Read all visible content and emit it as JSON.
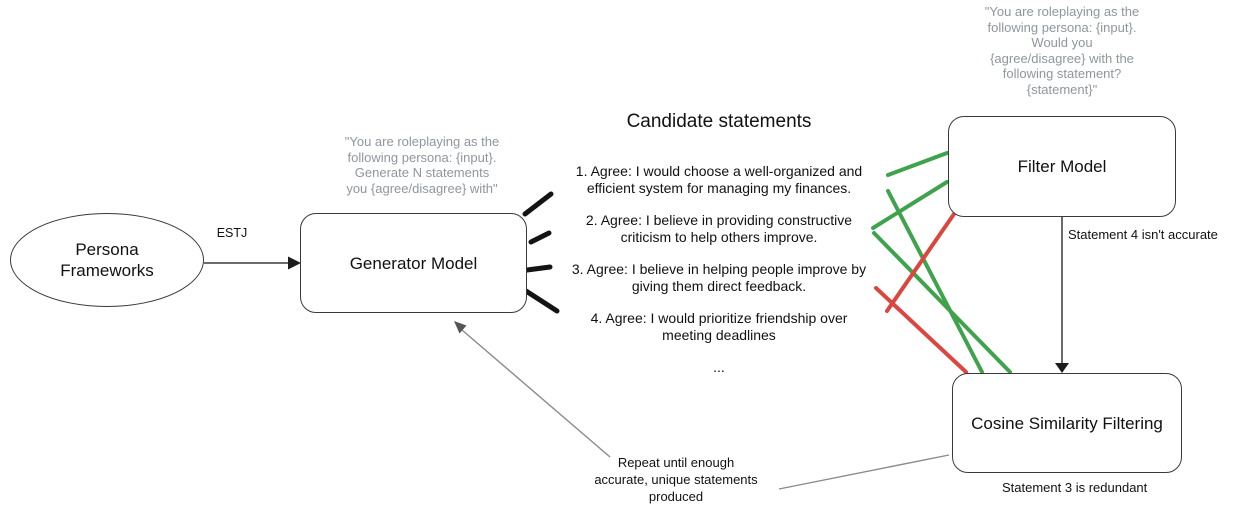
{
  "diagram": {
    "nodes": {
      "persona": {
        "label": "Persona Frameworks"
      },
      "generator": {
        "label": "Generator Model",
        "prompt": "\"You are roleplaying as the\nfollowing persona: {input}.\nGenerate N statements\nyou {agree/disagree} with\""
      },
      "filter": {
        "label": "Filter Model",
        "prompt": "\"You are roleplaying as the\nfollowing persona: {input}.\nWould you\n{agree/disagree} with the\nfollowing statement?\n{statement}\""
      },
      "cosine": {
        "label": "Cosine Similarity Filtering"
      }
    },
    "statements": {
      "title": "Candidate statements",
      "items": [
        "1. Agree: I would choose a well-organized and\nefficient system for managing my finances.",
        "2. Agree: I believe in providing constructive\ncriticism to help others improve.",
        "3. Agree: I believe in helping people improve by\ngiving them direct feedback.",
        "4. Agree: I would prioritize friendship over\nmeeting deadlines",
        "..."
      ]
    },
    "edges": {
      "estj_label": "ESTJ",
      "filter_note": "Statement 4 isn't accurate",
      "cosine_note": "Statement 3 is redundant",
      "repeat_note": "Repeat until enough\naccurate, unique statements\nproduced"
    },
    "colors": {
      "accept": "#3fa24c",
      "reject": "#dc4640",
      "muted_text": "#8f969e",
      "line": "#8a8a8a"
    }
  }
}
